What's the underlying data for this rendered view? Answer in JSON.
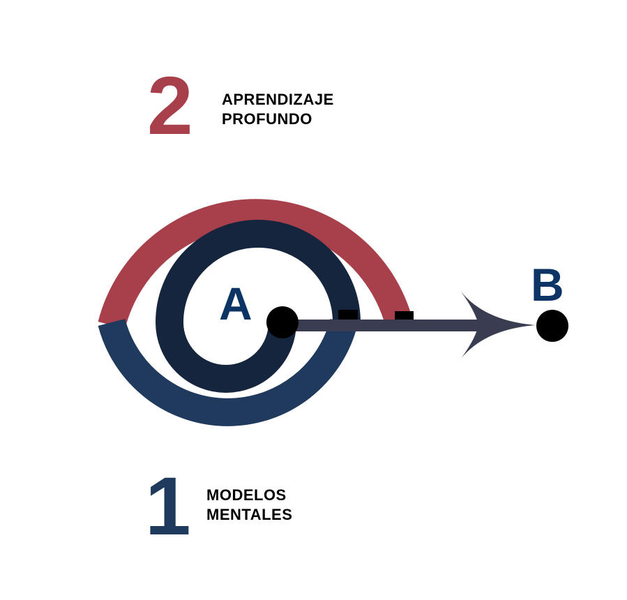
{
  "step2": {
    "number": "2",
    "line1": "APRENDIZAJE",
    "line2": "PROFUNDO",
    "color": "#a8404b"
  },
  "step1": {
    "number": "1",
    "line1": "MODELOS",
    "line2": "MENTALES",
    "color": "#1f3a5c"
  },
  "point_a": {
    "label": "A",
    "color": "#0c3566"
  },
  "point_b": {
    "label": "B",
    "color": "#0c3566"
  },
  "colors": {
    "inner_spiral": "#15253d",
    "arrow": "#3a3d52",
    "dot": "#000000"
  }
}
